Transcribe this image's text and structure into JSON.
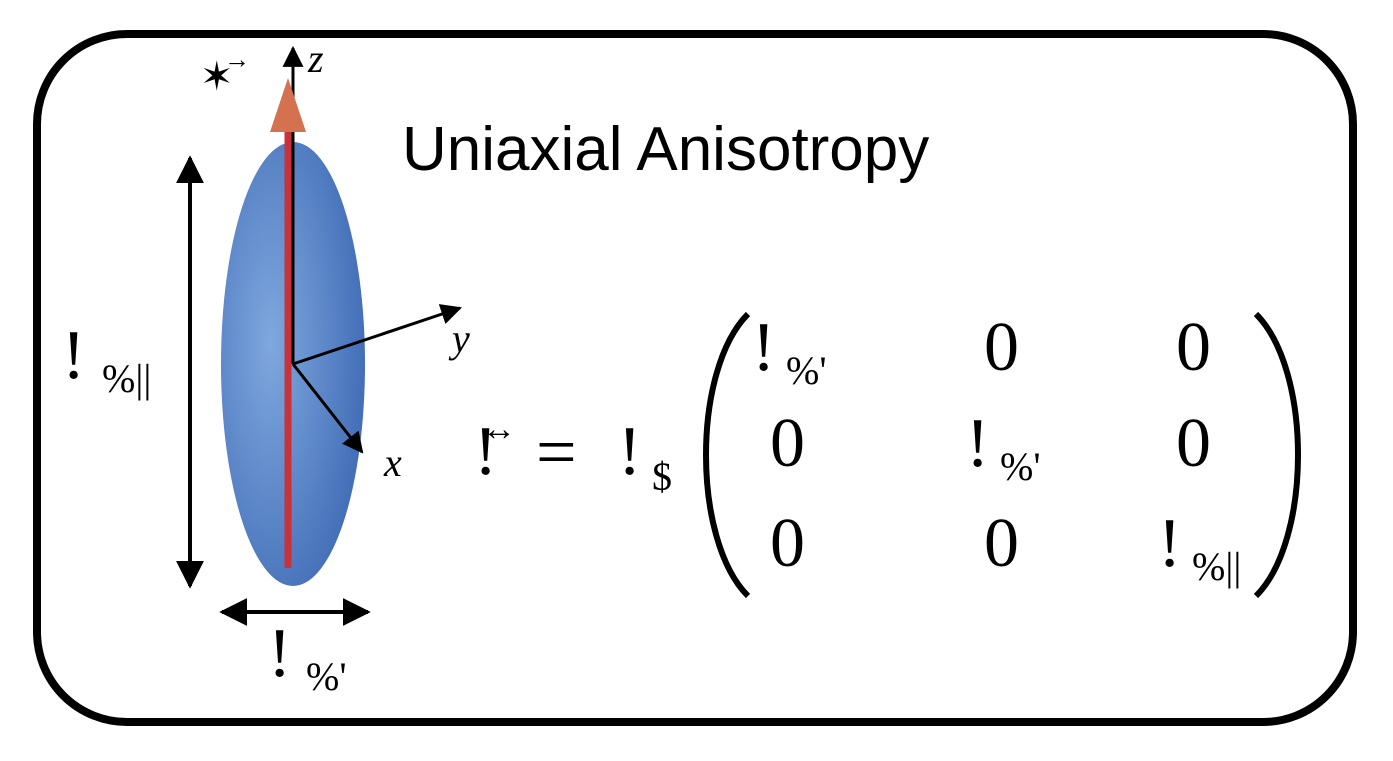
{
  "title": "Uniaxial Anisotropy",
  "axes": {
    "z": "z",
    "y": "y",
    "x": "x"
  },
  "symbols": {
    "moment": "✶",
    "moment_arrow": "→",
    "long_axis_main": "!",
    "long_axis_sub": "%||",
    "short_axis_main": "!",
    "short_axis_sub": "%'",
    "lhs_main": "!",
    "lhs_arrow": "↔",
    "equals": "=",
    "prefactor_main": "!",
    "prefactor_sub": "$"
  },
  "matrix": {
    "open_paren": "(",
    "close_paren": ")",
    "rows": [
      [
        {
          "main": "!",
          "sub": "%'"
        },
        {
          "main": "0",
          "sub": ""
        },
        {
          "main": "0",
          "sub": ""
        }
      ],
      [
        {
          "main": "0",
          "sub": ""
        },
        {
          "main": "!",
          "sub": "%'"
        },
        {
          "main": "0",
          "sub": ""
        }
      ],
      [
        {
          "main": "0",
          "sub": ""
        },
        {
          "main": "0",
          "sub": ""
        },
        {
          "main": "!",
          "sub": "%||"
        }
      ]
    ]
  },
  "colors": {
    "border": "#000000",
    "ellipsoid_center": "#7fa8de",
    "ellipsoid_edge": "#3a66b2",
    "moment_arrow": "#c8323a",
    "moment_arrow_head": "#d4714f",
    "moment_label": "#c0242a"
  }
}
